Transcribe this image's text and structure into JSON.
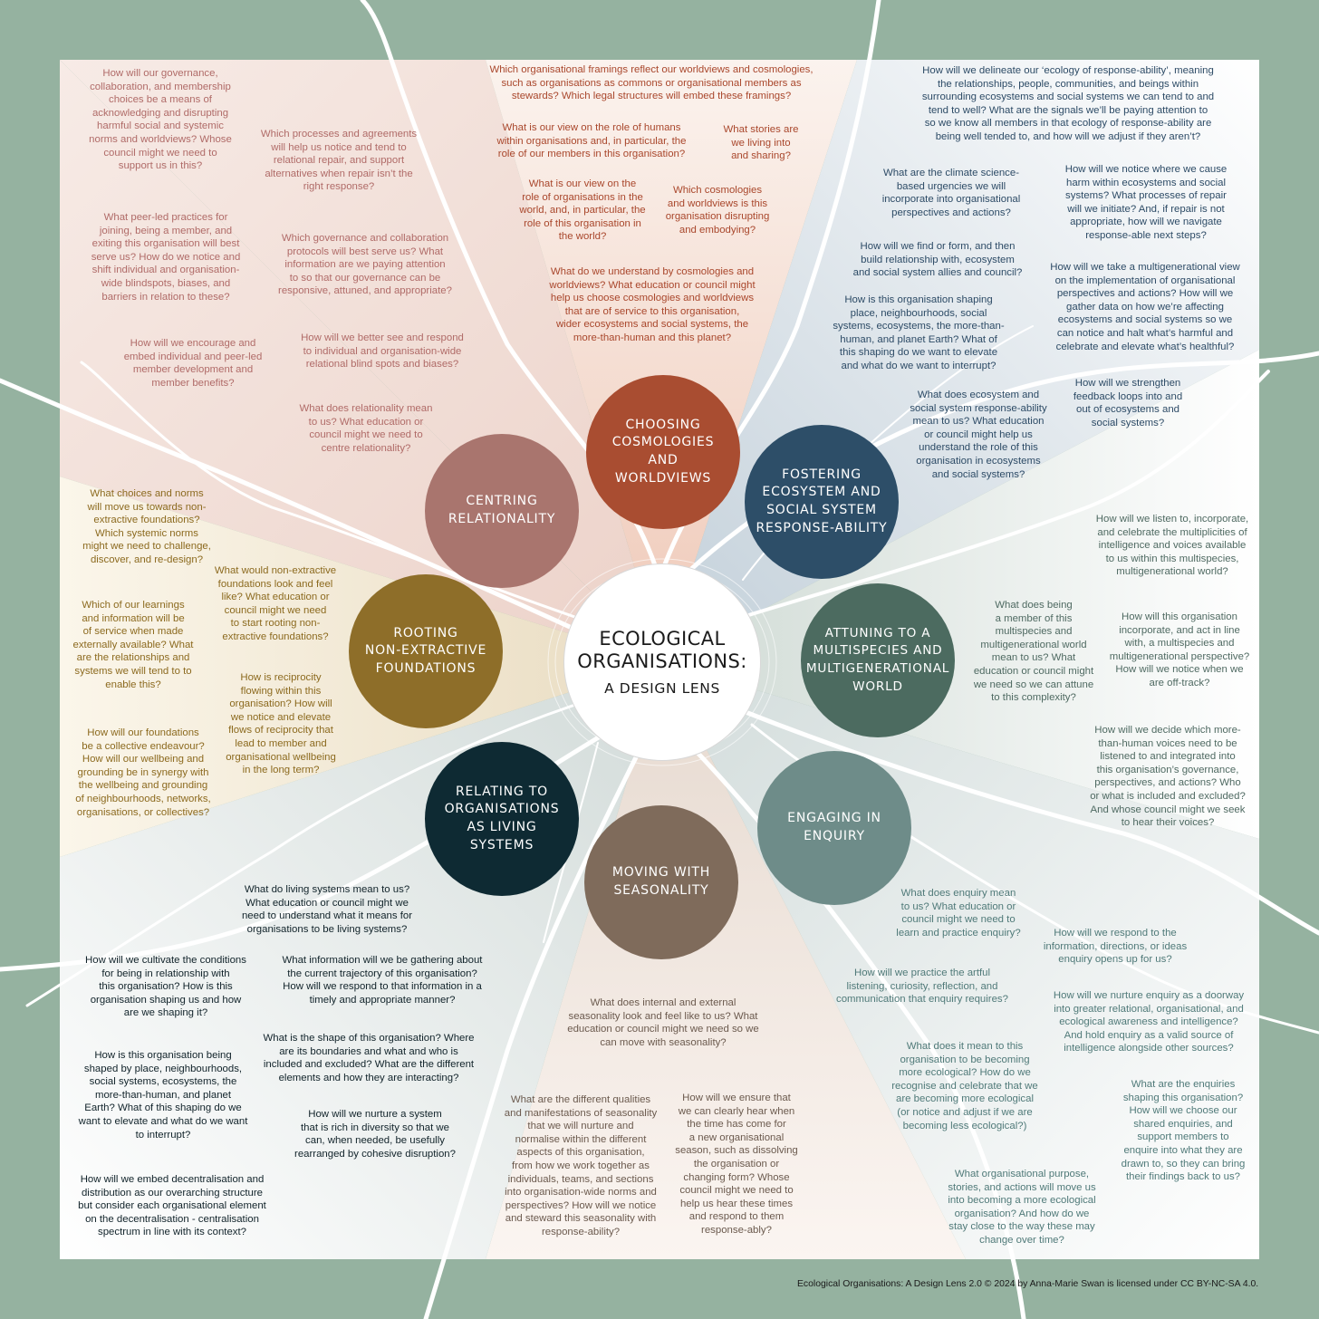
{
  "title": {
    "line1": "ECOLOGICAL\nORGANISATIONS:",
    "line2": "A DESIGN LENS"
  },
  "themes": {
    "cosmologies": "CHOOSING\nCOSMOLOGIES\nAND\nWORLDVIEWS",
    "ecosystem": "FOSTERING\nECOSYSTEM AND\nSOCIAL SYSTEM\nRESPONSE-ABILITY",
    "multispecies": "ATTUNING TO A\nMULTISPECIES AND\nMULTIGENERATIONAL\nWORLD",
    "enquiry": "ENGAGING IN\nENQUIRY",
    "seasonality": "MOVING WITH\nSEASONALITY",
    "living_systems": "RELATING TO\nORGANISATIONS\nAS LIVING\nSYSTEMS",
    "non_extractive": "ROOTING\nNON-EXTRACTIVE\nFOUNDATIONS",
    "relationality": "CENTRING\nRELATIONALITY"
  },
  "colors": {
    "frame": "#95b2a0",
    "cosmologies": "#a94d31",
    "ecosystem": "#2d4e68",
    "multispecies": "#4c6b60",
    "enquiry": "#6e8c89",
    "seasonality": "#7f6b5b",
    "living_systems": "#0e2a33",
    "non_extractive": "#8e6e29",
    "relationality": "#a9756e"
  },
  "questions": {
    "cosmologies": [
      "Which organisational framings reflect our worldviews and cosmologies,\nsuch as organisations as commons or organisational members as\nstewards? Which legal structures will embed these framings?",
      "What is our view on the role of humans\nwithin organisations and, in particular, the\nrole of our members in this organisation?",
      "What stories are\nwe living into\nand sharing?",
      "What is our view on the\nrole of organisations in the\nworld, and, in particular, the\nrole of this organisation in\nthe world?",
      "Which cosmologies\nand worldviews is this\norganisation disrupting\nand embodying?",
      "What do we understand by cosmologies and\nworldviews? What education or council might\nhelp us choose cosmologies and worldviews\nthat are of service to this organisation,\nwider ecosystems and social systems, the\nmore-than-human and this planet?"
    ],
    "ecosystem": [
      "How will we delineate our ‘ecology of response-ability’, meaning\nthe relationships, people, communities, and beings within\nsurrounding ecosystems and social systems we can tend to and\ntend to well? What are the signals we’ll be paying attention to\nso we know all members in that ecology of response-ability are\nbeing well tended to, and how will we adjust if they aren’t?",
      "What are the climate science-\nbased urgencies we will\nincorporate into organisational\nperspectives and actions?",
      "How will we notice where we cause\nharm within ecosystems and social\nsystems? What processes of repair\nwill we initiate? And, if repair is not\nappropriate, how will we navigate\nresponse-able next steps?",
      "How will we find or form, and then\nbuild relationship with, ecosystem\nand social system allies and council?",
      "How will we take a multigenerational view\non the implementation of organisational\nperspectives and actions? How will we\ngather data on how we’re affecting\necosystems and social systems so we\ncan notice and halt what’s harmful and\ncelebrate and elevate what’s healthful?",
      "How is this organisation shaping\nplace, neighbourhoods, social\nsystems, ecosystems, the more-than-\nhuman, and planet Earth? What of\nthis shaping do we want to elevate\nand what do we want to interrupt?",
      "How will we strengthen\nfeedback loops into and\nout of ecosystems and\nsocial systems?",
      "What does ecosystem and\nsocial system response-ability\nmean to us? What education\nor council might help us\nunderstand the role of this\norganisation in ecosystems\nand social systems?"
    ],
    "multispecies": [
      "How will we listen to, incorporate,\nand celebrate the multiplicities of\nintelligence and voices available\nto us within this multispecies,\nmultigenerational world?",
      "What does being\na member of this\nmultispecies and\nmultigenerational world\nmean to us? What\neducation or council might\nwe need so we can attune\nto this complexity?",
      "How will this organisation\nincorporate, and act in line\nwith, a multispecies and\nmultigenerational perspective?\nHow will we notice when we\nare off-track?",
      "How will we decide which more-\nthan-human voices need to be\nlistened to and integrated into\nthis organisation’s governance,\nperspectives, and actions? Who\nor what is included and excluded?\nAnd whose council might we seek\nto hear their voices?"
    ],
    "enquiry": [
      "What does enquiry mean\nto us? What education or\ncouncil might we need to\nlearn and practice enquiry?",
      "How will we respond to the\ninformation, directions, or ideas\nenquiry opens up for us?",
      "How will we practice the artful\nlistening, curiosity, reflection, and\ncommunication that enquiry requires?",
      "How will we nurture enquiry as a doorway\ninto greater relational, organisational, and\necological awareness and intelligence?\nAnd hold enquiry as a valid source of\nintelligence alongside other sources?",
      "What does it mean to this\norganisation to be becoming\nmore ecological? How do we\nrecognise and celebrate that we\nare becoming more ecological\n(or notice and adjust if we are\nbecoming less ecological?)",
      "What are the enquiries\nshaping this organisation?\nHow will we choose our\nshared enquiries, and\nsupport members to\nenquire into what they are\ndrawn to, so they can bring\ntheir findings back to us?",
      "What organisational purpose,\nstories, and actions will move us\ninto becoming a more ecological\norganisation? And how do we\nstay close to the way these may\nchange over time?"
    ],
    "seasonality": [
      "What does internal and external\nseasonality look and feel like to us? What\neducation or council might we need so we\ncan move with seasonality?",
      "What are the different qualities\nand manifestations of seasonality\nthat we will nurture and\nnormalise within the different\naspects of this organisation,\nfrom how we work together as\nindividuals, teams, and sections\ninto organisation-wide norms and\nperspectives? How will we notice\nand steward this seasonality with\nresponse-ability?",
      "How will we ensure that\nwe can clearly hear when\nthe time has come for\na new organisational\nseason, such as dissolving\nthe organisation or\nchanging form? Whose\ncouncil might we need to\nhelp us hear these times\nand respond to them\nresponse-ably?"
    ],
    "living_systems": [
      "What do living systems mean to us?\nWhat education or council might we\nneed to understand what it means for\norganisations to be living systems?",
      "How will we cultivate the conditions\nfor being in relationship with\nthis organisation? How is this\norganisation shaping us and how\nare we shaping it?",
      "What information will we be gathering about\nthe current trajectory of this organisation?\nHow will we respond to that information in a\ntimely and appropriate manner?",
      "What is the shape of this organisation? Where\nare its boundaries and what and who is\nincluded and excluded? What are the different\nelements and how they are interacting?",
      "How is this organisation being\nshaped by place, neighbourhoods,\nsocial systems, ecosystems, the\nmore-than-human, and planet\nEarth? What of this shaping do we\nwant to elevate and what do we want\nto interrupt?",
      "How will we nurture a system\nthat is rich in diversity so that we\ncan, when needed, be usefully\nrearranged by cohesive disruption?",
      "How will we embed decentralisation and\ndistribution as our overarching structure\nbut consider each organisational element\non the decentralisation - centralisation\nspectrum in line with its context?"
    ],
    "non_extractive": [
      "What choices and norms\nwill move us towards non-\nextractive foundations?\nWhich systemic norms\nmight we need to challenge,\ndiscover, and re-design?",
      "What would non-extractive\nfoundations look and feel\nlike? What education or\ncouncil might we need\nto start rooting non-\nextractive foundations?",
      "Which of our learnings\nand information will be\nof service when made\nexternally available? What\nare the relationships and\nsystems we will tend to to\nenable this?",
      "How is reciprocity\nflowing within this\norganisation? How will\nwe notice and elevate\nflows of reciprocity that\nlead to member and\norganisational wellbeing\nin the long term?",
      "How will our foundations\nbe a collective endeavour?\nHow will our wellbeing and\ngrounding be in synergy with\nthe wellbeing and grounding\nof neighbourhoods, networks,\norganisations, or collectives?"
    ],
    "relationality": [
      "How will our governance,\ncollaboration, and membership\nchoices be a means of\nacknowledging and disrupting\nharmful social and systemic\nnorms and worldviews? Whose\ncouncil might we need to\nsupport us in this?",
      "Which processes and agreements\nwill help us notice and tend to\nrelational repair, and support\nalternatives when repair isn’t the\nright response?",
      "What peer-led practices for\njoining, being a member, and\nexiting this organisation will best\nserve us? How do we notice and\nshift individual and organisation-\nwide blindspots, biases, and\nbarriers in relation to these?",
      "Which governance and collaboration\nprotocols will best serve us? What\ninformation are we paying attention\nto so that our governance can be\nresponsive, attuned, and appropriate?",
      "How will we encourage and\nembed individual and peer-led\nmember development and\nmember benefits?",
      "How will we better see and respond\nto individual and organisation-wide\nrelational blind spots and biases?",
      "What does relationality mean\nto us? What education or\ncouncil might we need to\ncentre relationality?"
    ]
  },
  "license": "Ecological Organisations: A Design Lens 2.0 © 2024 by Anna-Marie Swan is licensed under CC BY-NC-SA 4.0."
}
